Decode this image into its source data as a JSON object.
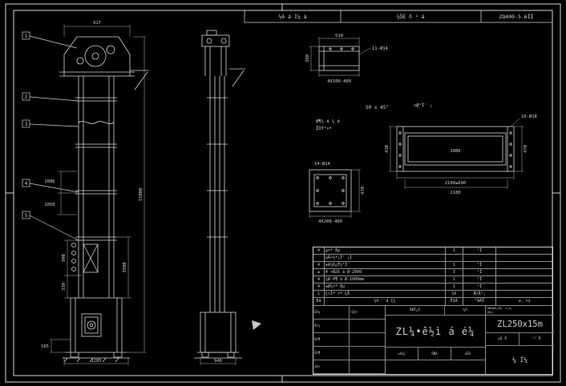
{
  "header_strip": {
    "cell1": "½ê á Ì¼ á",
    "cell2": "¾ÕÈ ñ ¹ á",
    "cell3": "ZQ400-5.6ÎÌ"
  },
  "front_view": {
    "dim_top": "917",
    "dim_height": "15000",
    "dim_inner": "3500",
    "dim_left_upper": "1086",
    "dim_left_mid": "1050",
    "dim_door": "908",
    "dim_door2": "330",
    "dim_foot": "165",
    "dim_bottom": "1285",
    "balloons": [
      "1",
      "2",
      "3",
      "4",
      "5"
    ]
  },
  "side_view": {
    "dim_bottom": "948"
  },
  "details": {
    "channel": {
      "dim_top": "510",
      "dim_left": "390",
      "holes": "11-Ø14",
      "dim_bottom": "4X100-400"
    },
    "notes": {
      "weld": "50 x 45°",
      "right": "¤Ø̼¹Ì' ¡",
      "line1": "Ø¶¼ á ¼ á",
      "line2": "Ï̠ÒÝ¹×ª"
    },
    "long": {
      "inner": "1086",
      "holes": "10-Ø18",
      "dim_left": "410",
      "dim_right": "470",
      "dim_bottom1": "2100±600",
      "dim_bottom2": "1180"
    },
    "square": {
      "holes": "14-Ø14",
      "dim_right": "470",
      "dim_bottom": "4X208-400"
    }
  },
  "bom": {
    "headers": [
      "Ðä",
      "¼ñ ' á Ç¼",
      "ÊýÁ",
      "²ÄÁÏ",
      "±¸ ×¢"
    ],
    "rows": [
      {
        "no": "4",
        "name": "ؼ×ª Áµ",
        "qty": "1",
        "mat": "¹Ì",
        "note": ""
      },
      {
        "no": "",
        "name": "µÂ»½ª¡Ì' ¡Ì",
        "qty": "",
        "mat": "",
        "note": ""
      },
      {
        "no": "4",
        "name": "±ê¼6¿È½¹Ì'",
        "qty": "1",
        "mat": "¹Ì",
        "note": ""
      },
      {
        "no": "±",
        "name": "4 ×Ø26 á Ø-2000",
        "qty": "3",
        "mat": "¹Ì",
        "note": ""
      },
      {
        "no": "4",
        "name": "¼Ø-4¶ á Ø-1000mm",
        "qty": "1",
        "mat": "¹Ì",
        "note": ""
      },
      {
        "no": "4",
        "name": "±Ø¼×ª Áµ",
        "qty": "1",
        "mat": "¹Ì",
        "note": ""
      },
      {
        "no": "1",
        "name": "Ç»Ìª ×ª ÇÅ",
        "qty": "1X",
        "mat": "Ǽ×Å°¡",
        "note": ""
      }
    ]
  },
  "title_block": {
    "material_label": "ÄØÌ¿E",
    "scale_label": "¼ñ",
    "title": "ZL¼•ê½ì á é¼",
    "model": "ZL250x15m",
    "right_top1": "×ØÒ¼ØÇ¿ØÇ' ±,X¿",
    "right_top2": "¿Ø¼«",
    "page1": "µÚ Å",
    "page2": "¹² Å",
    "sheet_label": "¼ Í¼",
    "mid_bottom": [
      "±ê¼Ç",
      "ÖØÁ",
      "±ÈÀ"
    ],
    "left_rows": [
      [
        "Éè¼",
        "(Ç©)"
      ],
      [
        "Öì¼",
        ""
      ],
      [
        "Ð£¶",
        ""
      ],
      [
        "Éó¶",
        ""
      ],
      [
        "±ê×",
        ""
      ]
    ]
  }
}
